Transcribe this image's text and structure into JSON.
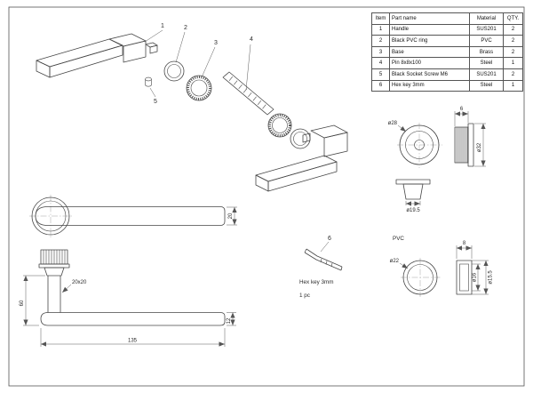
{
  "parts_table": {
    "headers": {
      "item": "Item",
      "name": "Part name",
      "material": "Material",
      "qty": "QTY."
    },
    "rows": [
      {
        "item": "1",
        "name": "Handle",
        "material": "SUS201",
        "qty": "2"
      },
      {
        "item": "2",
        "name": "Black PVC ring",
        "material": "PVC",
        "qty": "2"
      },
      {
        "item": "3",
        "name": "Base",
        "material": "Brass",
        "qty": "2"
      },
      {
        "item": "4",
        "name": "Pin 8x8x100",
        "material": "Steel",
        "qty": "1"
      },
      {
        "item": "5",
        "name": "Black Socket Screw M6",
        "material": "SUS201",
        "qty": "2"
      },
      {
        "item": "6",
        "name": "Hex key 3mm",
        "material": "Steel",
        "qty": "1"
      }
    ]
  },
  "callouts": {
    "handle": "1",
    "pvc_ring": "2",
    "base": "3",
    "pin": "4",
    "screw": "5",
    "hex_key": "6"
  },
  "dims": {
    "bar_width": "20",
    "height": "60",
    "neck": "20x20",
    "length": "135",
    "bar_thickness": "12",
    "base_thickness": "6",
    "base_dia": "ø28",
    "base_flange_dia": "ø32",
    "base_cup_dia": "ø19.5",
    "ring_thickness": "8",
    "ring_dia": "ø22",
    "ring_bore_dia": "ø16",
    "ring_step_dia": "ø15.5"
  },
  "labels": {
    "pvc": "PVC",
    "hex_note_1": "Hex key  3mm",
    "hex_note_2": "1 pc"
  }
}
